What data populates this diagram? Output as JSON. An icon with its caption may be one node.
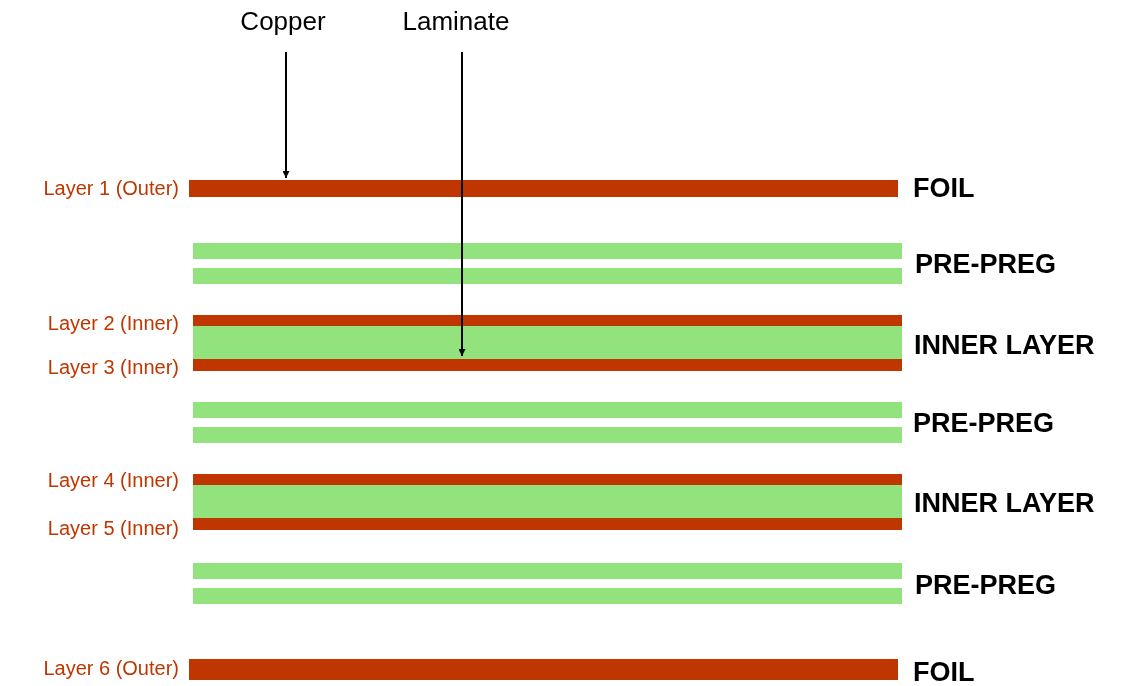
{
  "diagram": {
    "nodes": [
      {
        "text": [
          "Copper"
        ]
      },
      {
        "text": [
          "Laminate"
        ]
      },
      {
        "text": [],
        "shape": "bar",
        "beside": [
          "Layer 1 (Outer)",
          "FOIL"
        ]
      },
      {
        "text": [],
        "shape": "bar"
      },
      {
        "text": [],
        "shape": "bar"
      },
      {
        "text": [],
        "shape": "bar",
        "beside": [
          "Layer 2 (Inner)"
        ]
      },
      {
        "text": [],
        "shape": "bar"
      },
      {
        "text": [],
        "shape": "bar",
        "beside": [
          "Layer 3 (Inner)"
        ]
      },
      {
        "text": [],
        "shape": "bar"
      },
      {
        "text": [],
        "shape": "bar"
      },
      {
        "text": [],
        "shape": "bar",
        "beside": [
          "Layer 4 (Inner)"
        ]
      },
      {
        "text": [],
        "shape": "bar"
      },
      {
        "text": [],
        "shape": "bar",
        "beside": [
          "Layer 5 (Inner)"
        ]
      },
      {
        "text": [],
        "shape": "bar"
      },
      {
        "text": [],
        "shape": "bar"
      },
      {
        "text": [],
        "shape": "bar",
        "beside": [
          "Layer 6 (Outer)",
          "FOIL"
        ]
      }
    ],
    "edges": [
      {
        "from": 0,
        "to": 2,
        "arrow": "to"
      },
      {
        "from": 1,
        "to": 6,
        "arrow": "to"
      }
    ],
    "labels": [
      "PRE-PREG",
      "INNER LAYER",
      "PRE-PREG",
      "INNER LAYER",
      "PRE-PREG"
    ]
  }
}
